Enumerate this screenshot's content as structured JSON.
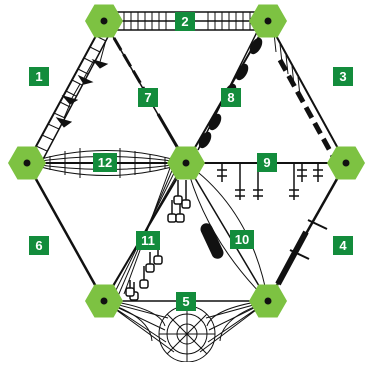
{
  "colors": {
    "node": "#7dc242",
    "label_bg": "#138c3c",
    "label_text": "#ffffff",
    "line": "#111111"
  },
  "labels": {
    "l1": "1",
    "l2": "2",
    "l3": "3",
    "l4": "4",
    "l5": "5",
    "l6": "6",
    "l7": "7",
    "l8": "8",
    "l9": "9",
    "l10": "10",
    "l11": "11",
    "l12": "12"
  }
}
